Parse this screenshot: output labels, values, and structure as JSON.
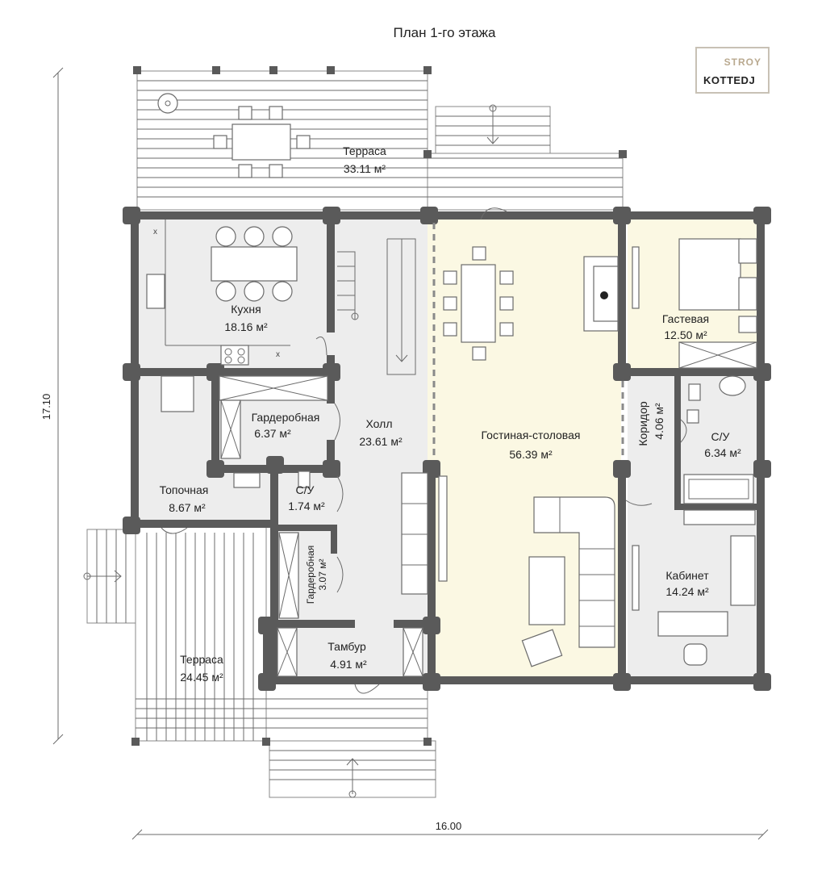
{
  "title": "План 1-го этажа",
  "logo": {
    "line1": "STROY",
    "line2": "KOTTEDJ"
  },
  "dimensions": {
    "height": "17.10",
    "width": "16.00"
  },
  "rooms": {
    "terrace_top": {
      "name": "Терраса",
      "area": "33.11 м²"
    },
    "kitchen": {
      "name": "Кухня",
      "area": "18.16 м²"
    },
    "wardrobe1": {
      "name": "Гардеробная",
      "area": "6.37 м²"
    },
    "hall": {
      "name": "Холл",
      "area": "23.61 м²"
    },
    "living": {
      "name": "Гостиная-столовая",
      "area": "56.39 м²"
    },
    "guest": {
      "name": "Гастевая",
      "area": "12.50 м²"
    },
    "corridor": {
      "name": "Коридор",
      "area": "4.06 м²"
    },
    "bath1": {
      "name": "С/У",
      "area": "6.34 м²"
    },
    "boiler": {
      "name": "Топочная",
      "area": "8.67 м²"
    },
    "bath2": {
      "name": "С/У",
      "area": "1.74 м²"
    },
    "wardrobe2": {
      "name": "Гардеробная",
      "area": "3.07 м²"
    },
    "office": {
      "name": "Кабинет",
      "area": "14.24 м²"
    },
    "vestibule": {
      "name": "Тамбур",
      "area": "4.91 м²"
    },
    "terrace_bottom": {
      "name": "Терраса",
      "area": "24.45 м²"
    }
  },
  "colors": {
    "wall": "#5a5a5a",
    "living_fill": "#fbf8e3",
    "room_fill": "#ededed"
  }
}
